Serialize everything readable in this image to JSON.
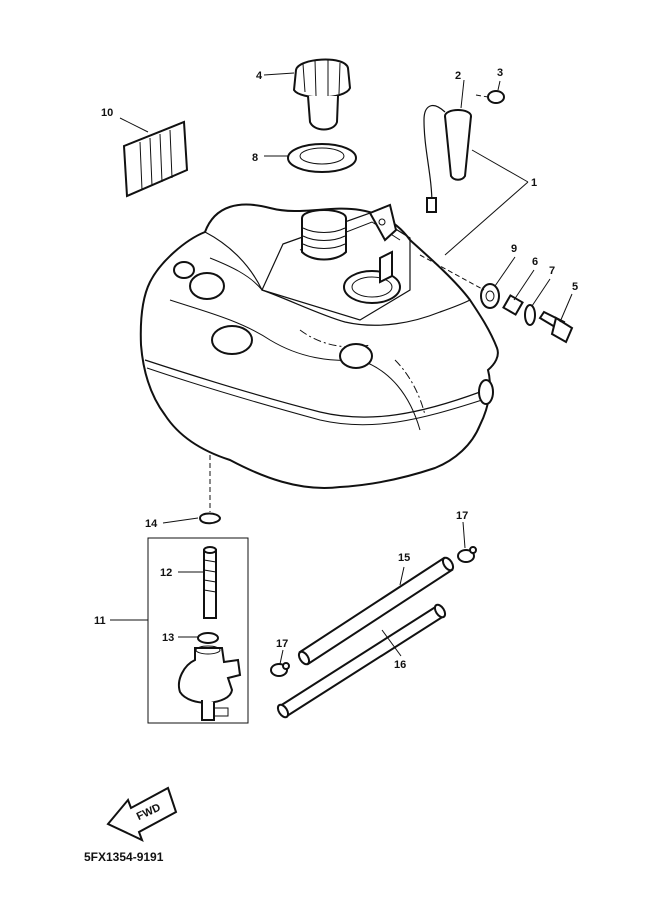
{
  "callouts": {
    "c1": "1",
    "c2": "2",
    "c3": "3",
    "c4": "4",
    "c5": "5",
    "c6": "6",
    "c7": "7",
    "c8": "8",
    "c9": "9",
    "c10": "10",
    "c11": "11",
    "c12": "12",
    "c13": "13",
    "c14": "14",
    "c15": "15",
    "c16": "16",
    "c17a": "17",
    "c17b": "17"
  },
  "fwd_label": "FWD",
  "diagram_code": "5FX1354-9191"
}
